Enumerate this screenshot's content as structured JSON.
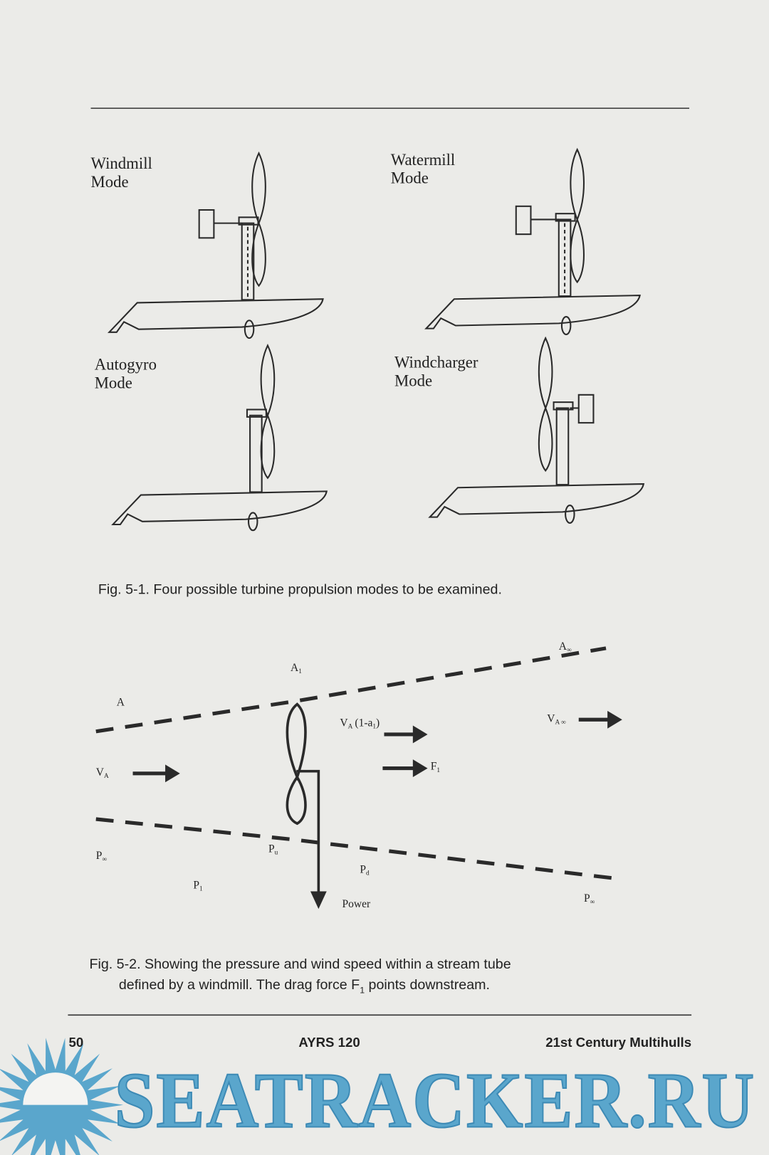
{
  "figure1": {
    "modes": [
      {
        "line1": "Windmill",
        "line2": "Mode"
      },
      {
        "line1": "Watermill",
        "line2": "Mode"
      },
      {
        "line1": "Autogyro",
        "line2": "Mode"
      },
      {
        "line1": "Windcharger",
        "line2": "Mode"
      }
    ],
    "caption": "Fig. 5-1.  Four possible turbine propulsion modes to be examined."
  },
  "figure2": {
    "labels": {
      "A": "A",
      "A1": "A",
      "A1_sub": "1",
      "A_inf": "A",
      "A_inf_sub": "∞",
      "VA": "V",
      "VA_sub": "A",
      "VA1": "V",
      "VA1_sub": "A",
      "VA1_rest": "(1-a",
      "VA1_sub2": "1",
      "VA1_close": ")",
      "VAinf": "V",
      "VAinf_sub": "A ∞",
      "F1": "F",
      "F1_sub": "1",
      "P_inf_left": "P",
      "P_inf_left_sub": "∞",
      "P1": "P",
      "P1_sub": "1",
      "Pu": "P",
      "Pu_sub": "u",
      "Pd": "P",
      "Pd_sub": "d",
      "P_inf_right": "P",
      "P_inf_right_sub": "∞",
      "power": "Power"
    },
    "caption_line1": "Fig. 5-2.  Showing the pressure and wind speed within a stream tube",
    "caption_line2_pre": "defined by a windmill. The drag force F",
    "caption_line2_sub": "1",
    "caption_line2_post": " points downstream."
  },
  "footer": {
    "page_number": "50",
    "journal": "AYRS 120",
    "book_title": "21st Century Multihulls"
  },
  "watermark": {
    "text": "SEATRACKER.RU",
    "color": "#5aa6cc"
  }
}
